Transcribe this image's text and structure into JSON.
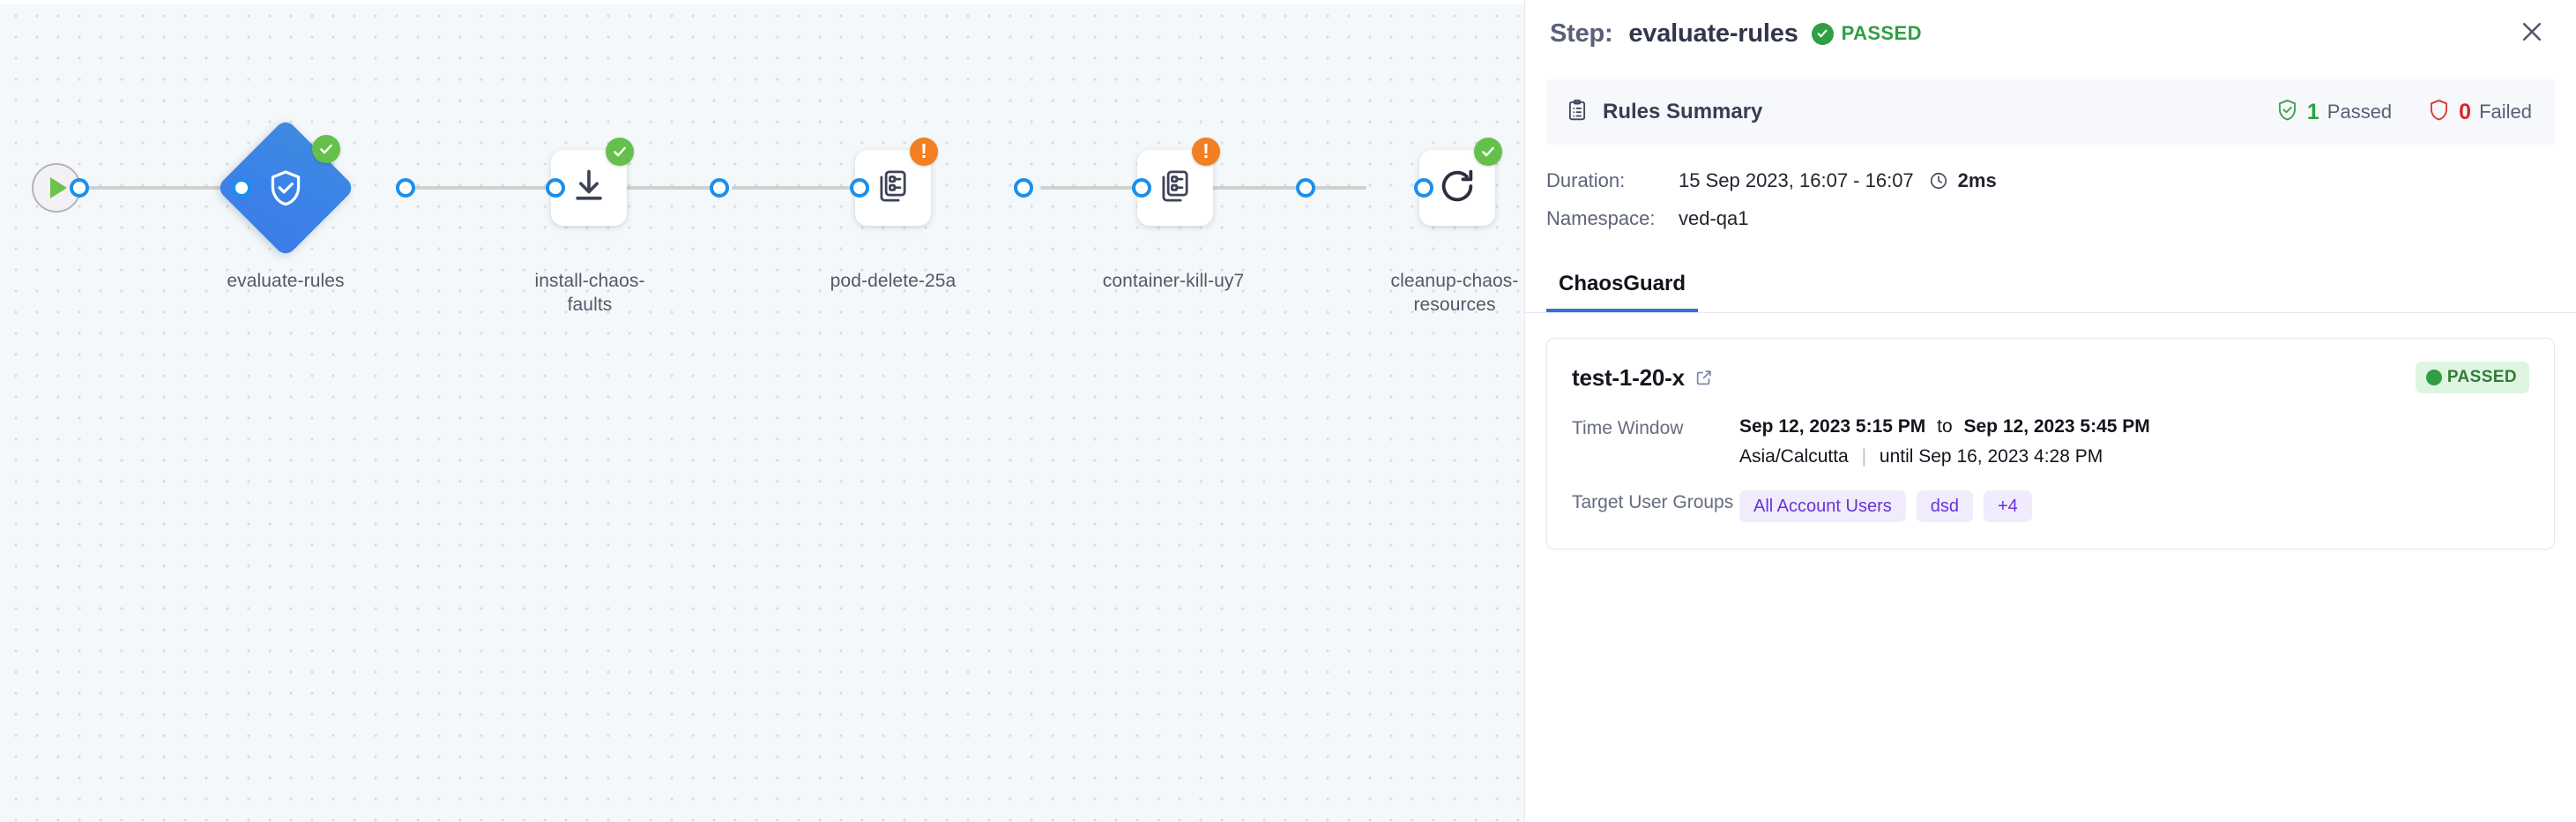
{
  "canvas": {
    "start_node": {
      "icon": "play-icon",
      "label": ""
    },
    "nodes": [
      {
        "id": "evaluate-rules",
        "label": "evaluate-rules",
        "shape": "diamond",
        "icon": "shield-check-icon",
        "status": "success",
        "status_icon": "check-circle-icon",
        "selected": true
      },
      {
        "id": "install-chaos-faults",
        "label": "install-chaos-faults",
        "shape": "box",
        "icon": "download-icon",
        "status": "success",
        "status_icon": "check-circle-icon",
        "selected": false
      },
      {
        "id": "pod-delete-25a",
        "label": "pod-delete-25a",
        "shape": "box",
        "icon": "chaos-fault-icon",
        "status": "warning",
        "status_icon": "exclamation-circle-icon",
        "selected": false
      },
      {
        "id": "container-kill-uy7",
        "label": "container-kill-uy7",
        "shape": "box",
        "icon": "chaos-fault-icon",
        "status": "warning",
        "status_icon": "exclamation-circle-icon",
        "selected": false
      },
      {
        "id": "cleanup-chaos-resources",
        "label": "cleanup-chaos-resources",
        "shape": "box",
        "icon": "refresh-icon",
        "status": "success",
        "status_icon": "check-circle-icon",
        "selected": false
      }
    ]
  },
  "panel": {
    "title_prefix": "Step:",
    "title_name": "evaluate-rules",
    "status_text": "PASSED",
    "status_color": "#2f9e44",
    "close_label": "✕",
    "rules_summary": {
      "title": "Rules Summary",
      "icon": "clipboard-list-icon",
      "passed_count": "1",
      "passed_label": "Passed",
      "passed_color": "#2f9e44",
      "failed_count": "0",
      "failed_label": "Failed",
      "failed_color": "#d62828"
    },
    "details": {
      "duration_key": "Duration:",
      "duration_value": "15 Sep 2023, 16:07 - 16:07",
      "duration_icon": "clock-icon",
      "duration_elapsed": "2ms",
      "namespace_key": "Namespace:",
      "namespace_value": "ved-qa1"
    },
    "tabs": [
      {
        "label": "ChaosGuard",
        "active": true
      }
    ],
    "test_card": {
      "name": "test-1-20-x",
      "link_icon": "external-link-icon",
      "status_badge": "PASSED",
      "status_badge_color": "#2f9e44",
      "time_window_key": "Time Window",
      "time_window_start": "Sep 12, 2023 5:15 PM",
      "time_window_join": "to",
      "time_window_end": "Sep 12, 2023 5:45 PM",
      "timezone": "Asia/Calcutta",
      "until_text": "until Sep 16, 2023 4:28 PM",
      "target_groups_key": "Target User Groups",
      "target_groups": [
        "All Account Users",
        "dsd",
        "+4"
      ]
    }
  }
}
